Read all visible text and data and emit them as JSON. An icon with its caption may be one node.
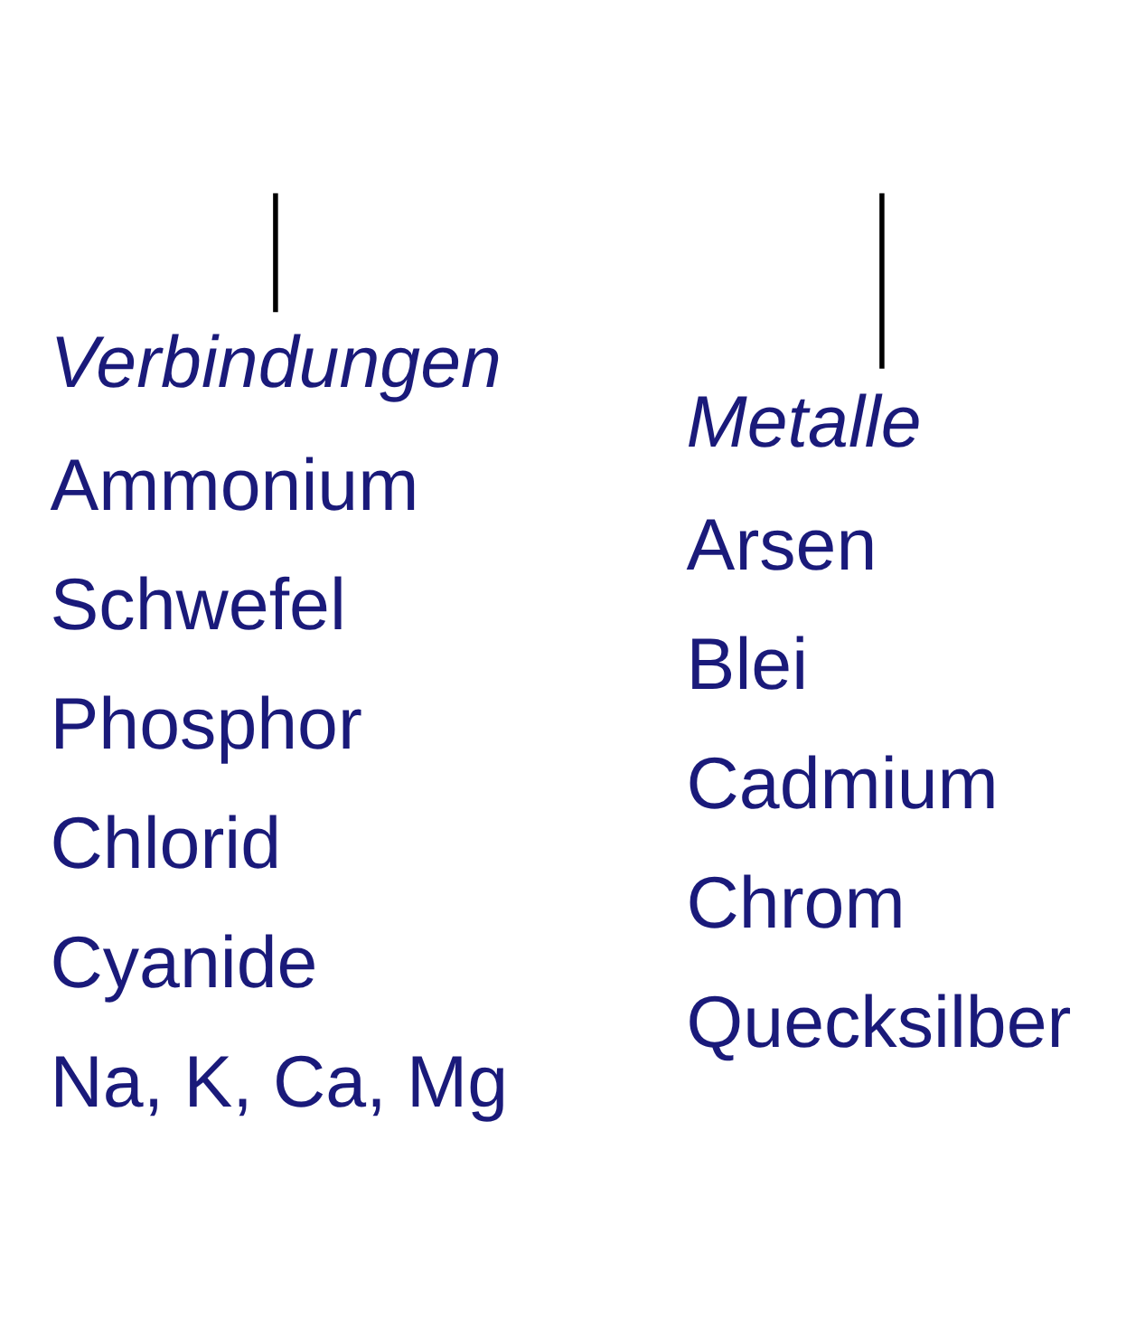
{
  "diagram": {
    "nodes": [
      {
        "text": [
          "Verbindungen",
          "Ammonium",
          "Schwefel",
          "Phosphor",
          "Chlorid",
          "Cyanide",
          "Na, K, Ca, Mg"
        ]
      },
      {
        "text": [
          "Metalle",
          "Arsen",
          "Blei",
          "Cadmium",
          "Chrom",
          "Quecksilber"
        ]
      }
    ],
    "edges": [
      {
        "from": null,
        "to": 0,
        "arrow": "none"
      },
      {
        "from": null,
        "to": 1,
        "arrow": "none"
      }
    ]
  }
}
